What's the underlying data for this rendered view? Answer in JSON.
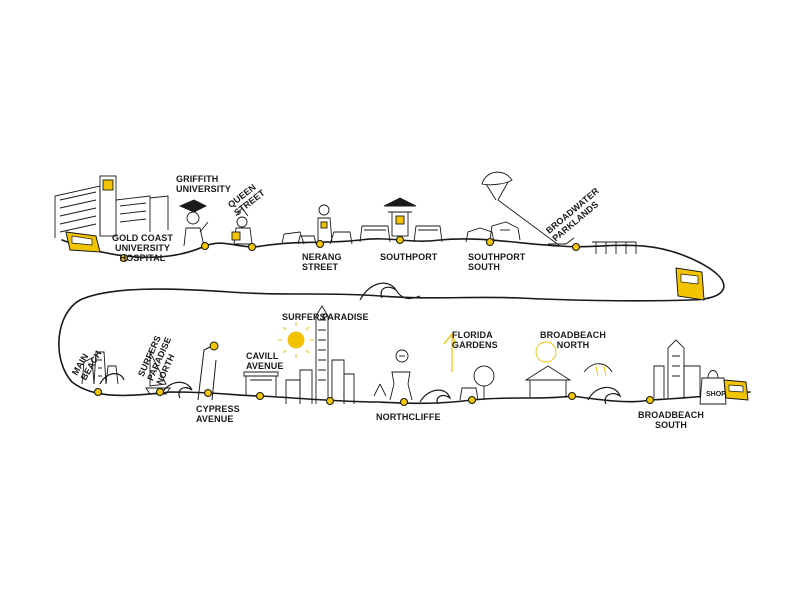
{
  "colors": {
    "ink": "#1a1a1a",
    "accent": "#f2c400",
    "stop_fill": "#f5c800",
    "background": "#ffffff"
  },
  "stations": {
    "gold_coast_university_hospital": [
      "GOLD COAST",
      "UNIVERSITY",
      "HOSPITAL"
    ],
    "griffith_university": [
      "GRIFFITH",
      "UNIVERSITY"
    ],
    "queen_street": [
      "QUEEN",
      "STREET"
    ],
    "nerang_street": [
      "NERANG",
      "STREET"
    ],
    "southport": [
      "SOUTHPORT"
    ],
    "southport_south": [
      "SOUTHPORT",
      "SOUTH"
    ],
    "broadwater_parklands": [
      "BROADWATER",
      "PARKLANDS"
    ],
    "main_beach": [
      "MAIN",
      "BEACH"
    ],
    "surfers_paradise_north": [
      "SURFERS",
      "PARADISE",
      "NORTH"
    ],
    "cypress_avenue": [
      "CYPRESS",
      "AVENUE"
    ],
    "cavill_avenue": [
      "CAVILL",
      "AVENUE"
    ],
    "surfers_paradise": [
      "SURFERS",
      "PARADISE"
    ],
    "northcliffe": [
      "NORTHCLIFFE"
    ],
    "florida_gardens": [
      "FLORIDA",
      "GARDENS"
    ],
    "broadbeach_north": [
      "BROADBEACH",
      "NORTH"
    ],
    "broadbeach_south": [
      "BROADBEACH",
      "SOUTH"
    ]
  },
  "signs": {
    "shop": "SHOP"
  }
}
